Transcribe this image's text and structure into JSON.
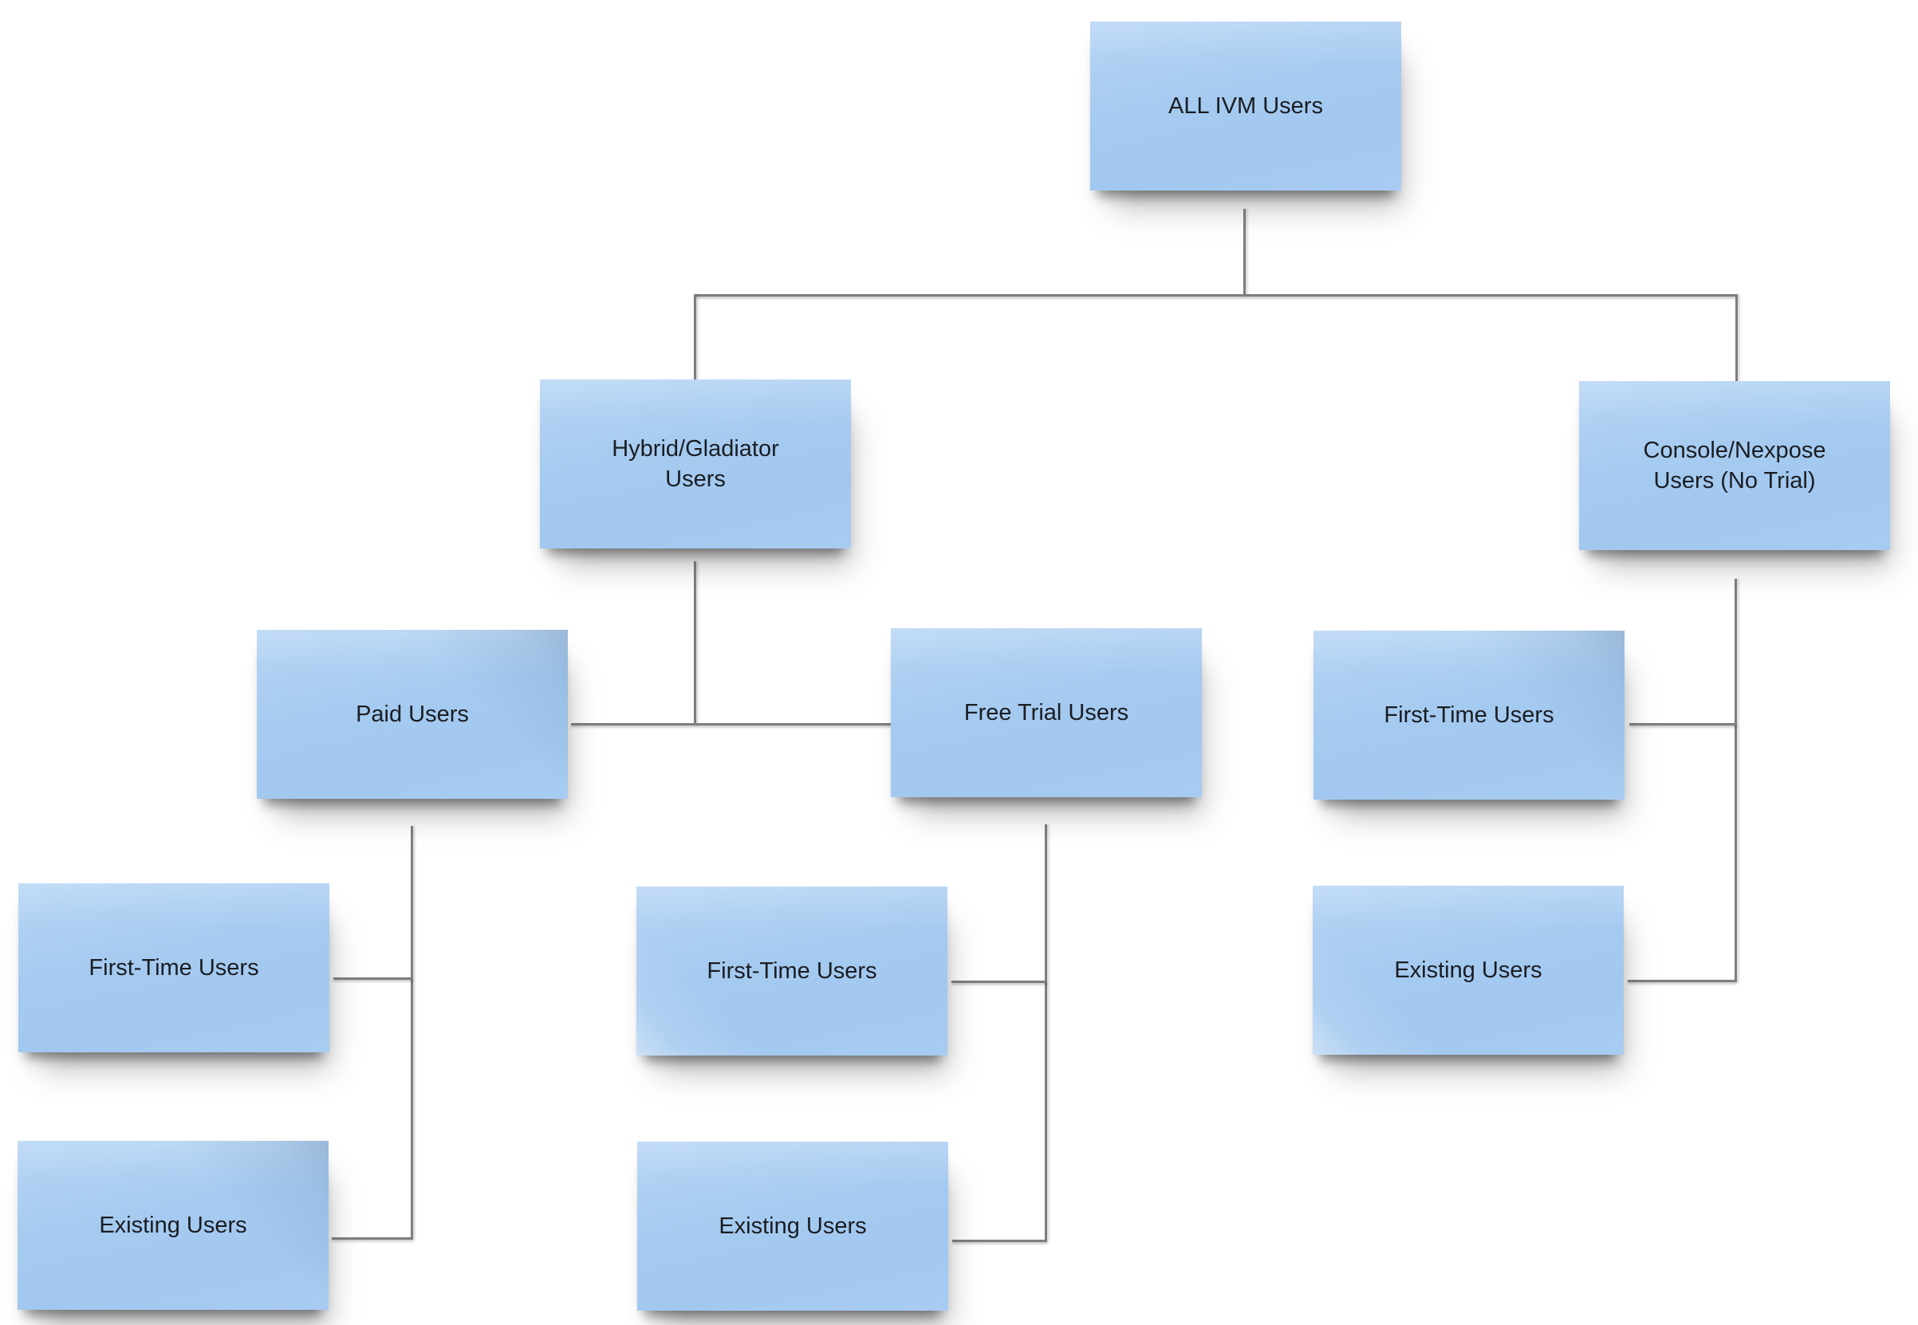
{
  "diagram": {
    "type": "tree",
    "background": "#ffffff",
    "note_fill": "#a6cbf1",
    "line_color": "#7e7e7e",
    "text_color": "#1a1d22",
    "nodes": [
      {
        "id": "all-ivm-users",
        "label": "ALL IVM Users",
        "parent": null,
        "children": [
          "hybrid-gladiator-users",
          "console-nexpose-users"
        ]
      },
      {
        "id": "hybrid-gladiator-users",
        "label": "Hybrid/Gladiator\nUsers",
        "parent": "all-ivm-users",
        "children": [
          "paid-users",
          "free-trial-users"
        ]
      },
      {
        "id": "console-nexpose-users",
        "label": "Console/Nexpose\nUsers (No Trial)",
        "parent": "all-ivm-users",
        "children": [
          "console-first-time-users",
          "console-existing-users"
        ]
      },
      {
        "id": "paid-users",
        "label": "Paid Users",
        "parent": "hybrid-gladiator-users",
        "children": [
          "paid-first-time-users",
          "paid-existing-users"
        ]
      },
      {
        "id": "free-trial-users",
        "label": "Free Trial Users",
        "parent": "hybrid-gladiator-users",
        "children": [
          "trial-first-time-users",
          "trial-existing-users"
        ]
      },
      {
        "id": "console-first-time-users",
        "label": "First-Time Users",
        "parent": "console-nexpose-users",
        "children": []
      },
      {
        "id": "paid-first-time-users",
        "label": "First-Time Users",
        "parent": "paid-users",
        "children": []
      },
      {
        "id": "trial-first-time-users",
        "label": "First-Time Users",
        "parent": "free-trial-users",
        "children": []
      },
      {
        "id": "console-existing-users",
        "label": "Existing Users",
        "parent": "console-nexpose-users",
        "children": []
      },
      {
        "id": "paid-existing-users",
        "label": "Existing Users",
        "parent": "paid-users",
        "children": []
      },
      {
        "id": "trial-existing-users",
        "label": "Existing Users",
        "parent": "free-trial-users",
        "children": []
      }
    ]
  }
}
